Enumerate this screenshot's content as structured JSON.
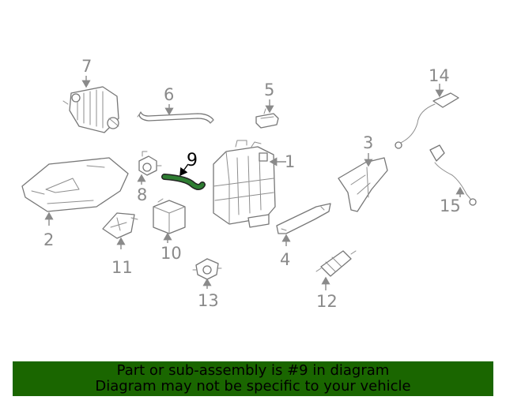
{
  "callouts": {
    "c1": "1",
    "c2": "2",
    "c3": "3",
    "c4": "4",
    "c5": "5",
    "c6": "6",
    "c7": "7",
    "c8": "8",
    "c9": "9",
    "c10": "10",
    "c11": "11",
    "c12": "12",
    "c13": "13",
    "c14": "14",
    "c15": "15"
  },
  "highlight": {
    "part_number": "9",
    "color": "#2e7d32"
  },
  "banner": {
    "line1": "Part or sub-assembly is #9 in diagram",
    "line2": "Diagram may not be specific to your vehicle",
    "color": "#1a6600"
  },
  "colors": {
    "linework": "#777777",
    "callout_text": "#8a8a8a"
  }
}
